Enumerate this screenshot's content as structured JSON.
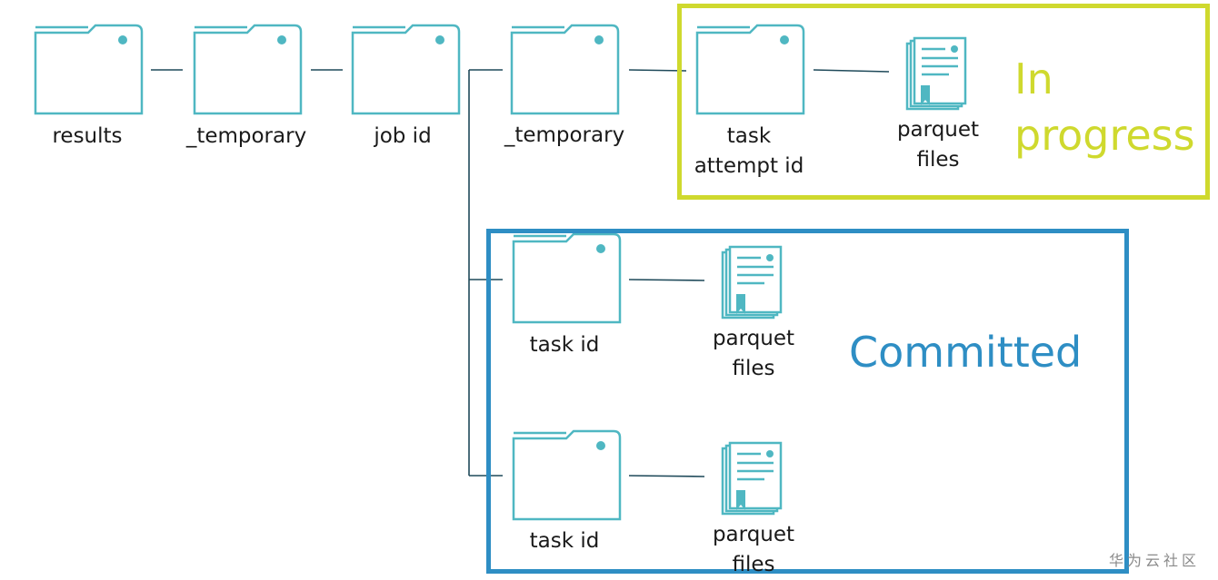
{
  "nodes": [
    {
      "id": "results",
      "label": "results"
    },
    {
      "id": "temporary-1",
      "label": "_temporary"
    },
    {
      "id": "job-id",
      "label": "job id"
    },
    {
      "id": "temporary-2",
      "label": "_temporary"
    },
    {
      "id": "task-attempt-id",
      "label_line1": "task",
      "label_line2": "attempt id"
    },
    {
      "id": "parquet-files-in-progress",
      "label_line1": "parquet",
      "label_line2": "files"
    },
    {
      "id": "task-id-1",
      "label": "task id"
    },
    {
      "id": "parquet-files-committed-1",
      "label_line1": "parquet",
      "label_line2": "files"
    },
    {
      "id": "task-id-2",
      "label": "task id"
    },
    {
      "id": "parquet-files-committed-2",
      "label_line1": "parquet",
      "label_line2": "files"
    }
  ],
  "groups": {
    "in_progress": {
      "line1": "In",
      "line2": "progress",
      "color": "#cfd92e"
    },
    "committed": {
      "label": "Committed",
      "color": "#2e8ec4"
    }
  },
  "watermark": "华为云社区",
  "colors": {
    "icon": "#4fb7c2",
    "connector": "#1f4a5a",
    "label": "#1a1a1a"
  },
  "icons": {
    "folder": "folder-icon",
    "file": "document-stack-icon"
  }
}
